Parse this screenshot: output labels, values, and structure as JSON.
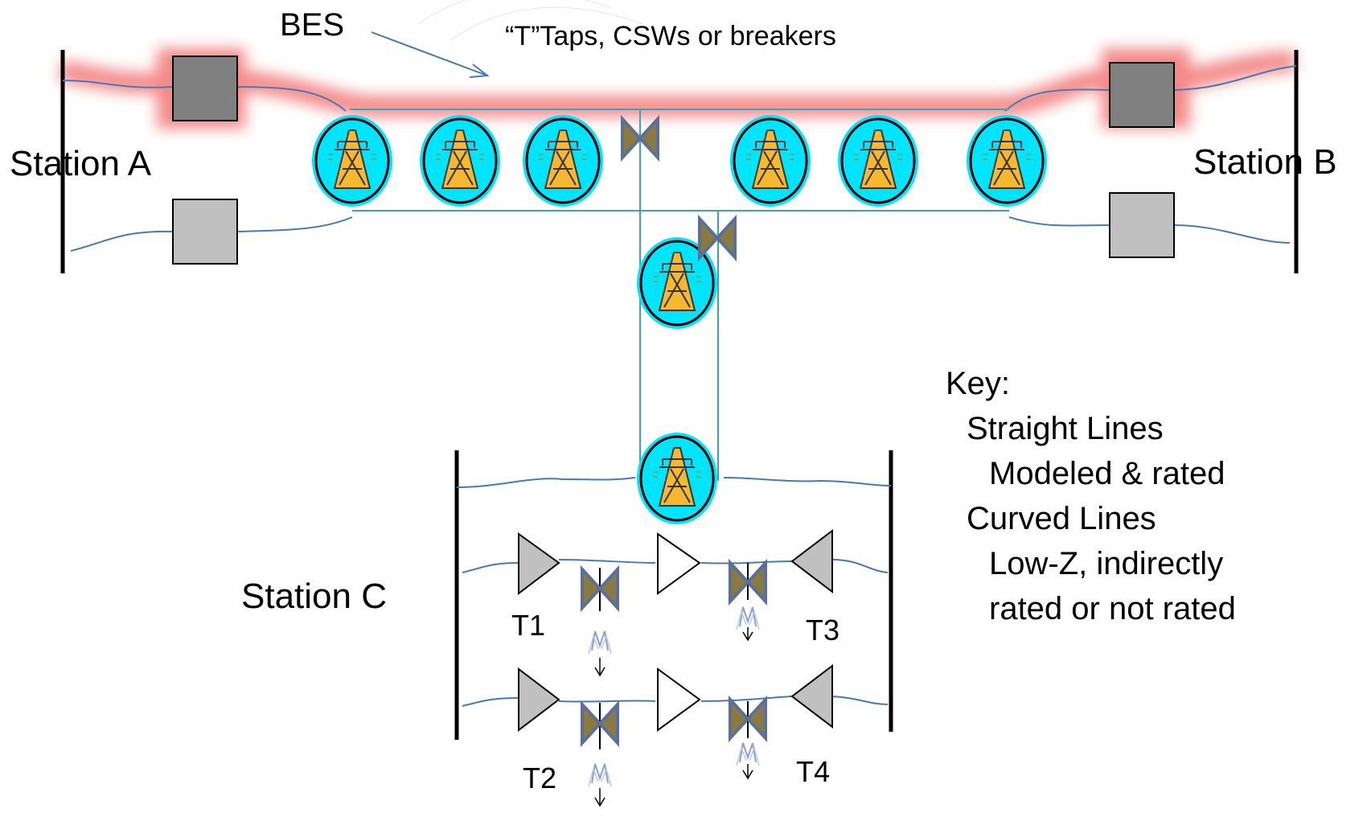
{
  "labels": {
    "bes": "BES",
    "taps_note": "“T”Taps, CSWs or breakers",
    "station_a": "Station A",
    "station_b": "Station B",
    "station_c": "Station C",
    "t1": "T1",
    "t2": "T2",
    "t3": "T3",
    "t4": "T4"
  },
  "key": {
    "title": "Key:",
    "straight_title": "Straight Lines",
    "straight_desc": "Modeled & rated",
    "curved_title": "Curved Lines",
    "curved_desc_1": "Low-Z, indirectly",
    "curved_desc_2": "rated or not rated"
  },
  "colors": {
    "bes_highlight": "#f06060",
    "line": "#4a78b5",
    "tap_line": "#3aa3bb",
    "tower_circle": "#00e5ff",
    "tower": "#f5b82e",
    "breaker_box": "#c0c0c0",
    "switch": "#8a7a40",
    "switch_blue": "#5a6f9a"
  },
  "icons": {
    "tower": "transmission-tower-icon",
    "switch": "bowtie-switch-icon",
    "breaker": "breaker-box-icon",
    "transformer": "triangle-transformer-icon",
    "load": "load-arrow-icon"
  }
}
